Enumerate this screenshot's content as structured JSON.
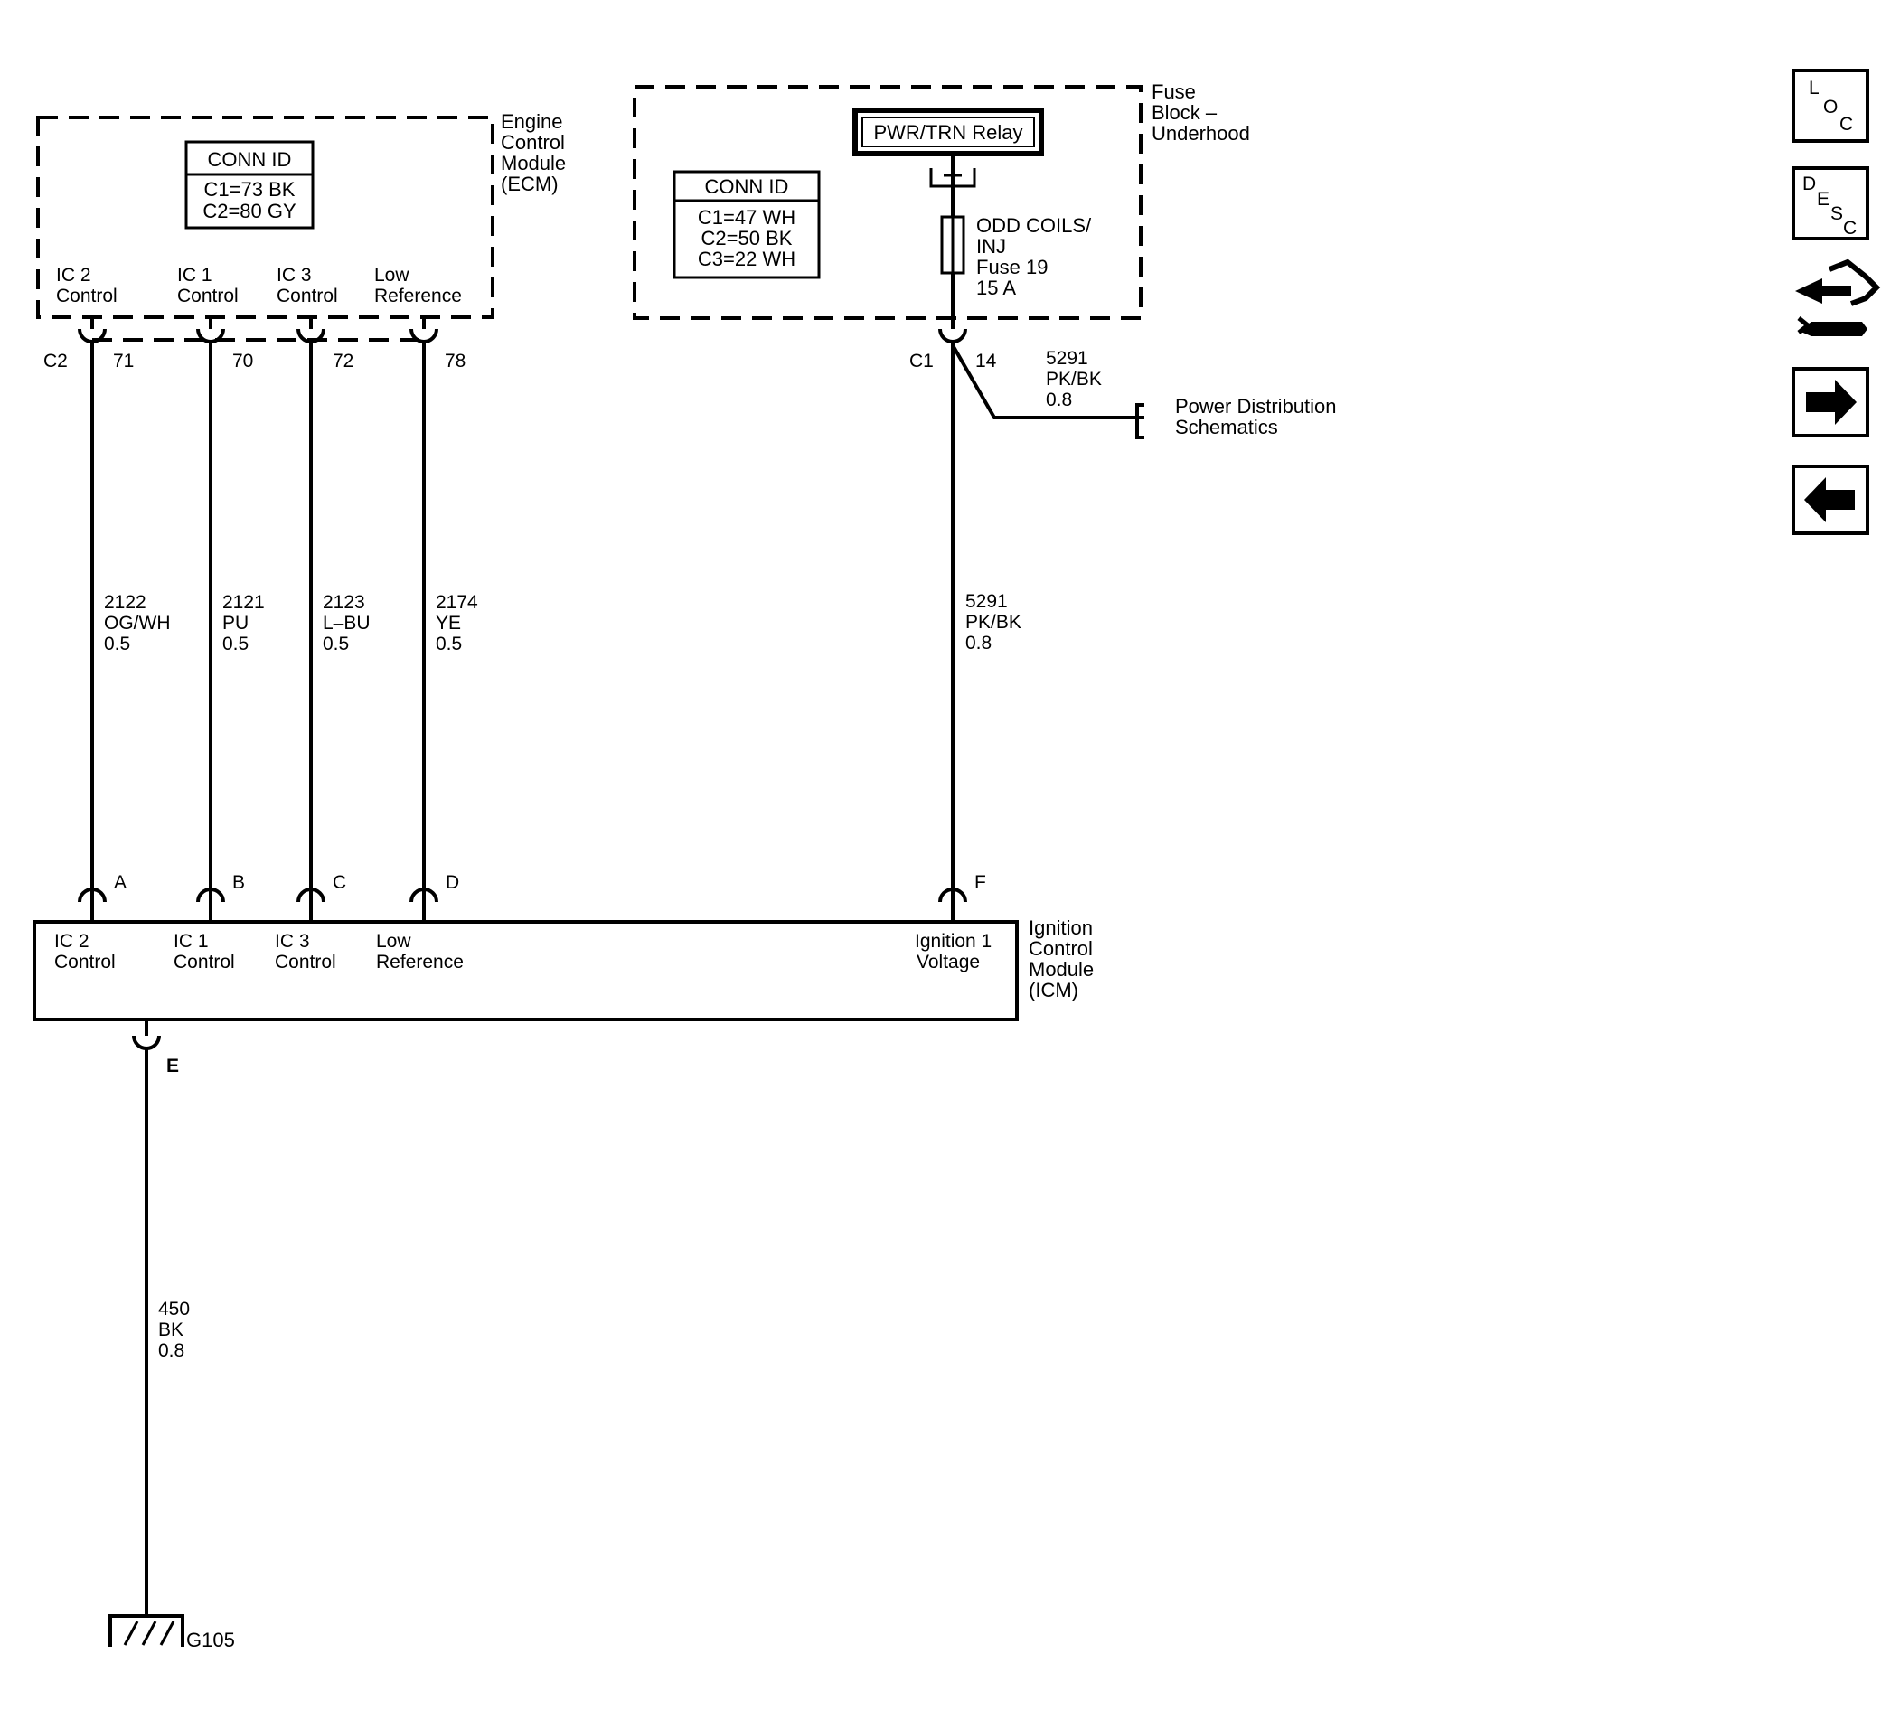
{
  "ecm": {
    "name_lines": [
      "Engine",
      "Control",
      "Module",
      "(ECM)"
    ],
    "conn_id": {
      "title": "CONN ID",
      "lines": [
        "C1=73 BK",
        "C2=80 GY"
      ]
    },
    "pins": [
      {
        "label1": "IC 2",
        "label2": "Control",
        "cavity": "71"
      },
      {
        "label1": "IC 1",
        "label2": "Control",
        "cavity": "70"
      },
      {
        "label1": "IC 3",
        "label2": "Control",
        "cavity": "72"
      },
      {
        "label1": "Low",
        "label2": "Reference",
        "cavity": "78"
      }
    ],
    "connector": "C2"
  },
  "fuse_block": {
    "name_lines": [
      "Fuse",
      "Block –",
      "Underhood"
    ],
    "relay": "PWR/TRN Relay",
    "conn_id": {
      "title": "CONN ID",
      "lines": [
        "C1=47 WH",
        "C2=50 BK",
        "C3=22 WH"
      ]
    },
    "fuse_lines": [
      "ODD COILS/",
      "INJ",
      "Fuse 19",
      "15 A"
    ],
    "connector": "C1",
    "cavity": "14"
  },
  "wires": [
    {
      "circuit": "2122",
      "color": "OG/WH",
      "size": "0.5"
    },
    {
      "circuit": "2121",
      "color": "PU",
      "size": "0.5"
    },
    {
      "circuit": "2123",
      "color": "L–BU",
      "size": "0.5"
    },
    {
      "circuit": "2174",
      "color": "YE",
      "size": "0.5"
    },
    {
      "circuit": "5291",
      "color": "PK/BK",
      "size": "0.8"
    }
  ],
  "branch_wire": {
    "circuit": "5291",
    "color": "PK/BK",
    "size": "0.8"
  },
  "power_dist": [
    "Power Distribution",
    "Schematics"
  ],
  "icm": {
    "name_lines": [
      "Ignition",
      "Control",
      "Module",
      "(ICM)"
    ],
    "pins": [
      {
        "letter": "A",
        "label1": "IC 2",
        "label2": "Control"
      },
      {
        "letter": "B",
        "label1": "IC 1",
        "label2": "Control"
      },
      {
        "letter": "C",
        "label1": "IC 3",
        "label2": "Control"
      },
      {
        "letter": "D",
        "label1": "Low",
        "label2": "Reference"
      },
      {
        "letter": "F",
        "label1": "Ignition 1",
        "label2": "Voltage"
      }
    ],
    "ground_pin": "E"
  },
  "ground_wire": {
    "circuit": "450",
    "color": "BK",
    "size": "0.8"
  },
  "ground": "G105",
  "nav": {
    "loc": [
      "L",
      "O",
      "C"
    ],
    "desc": [
      "D",
      "E",
      "S",
      "C"
    ],
    "connector_icon": "connector-repair-icon",
    "next_icon": "arrow-right-icon",
    "prev_icon": "arrow-left-icon"
  }
}
